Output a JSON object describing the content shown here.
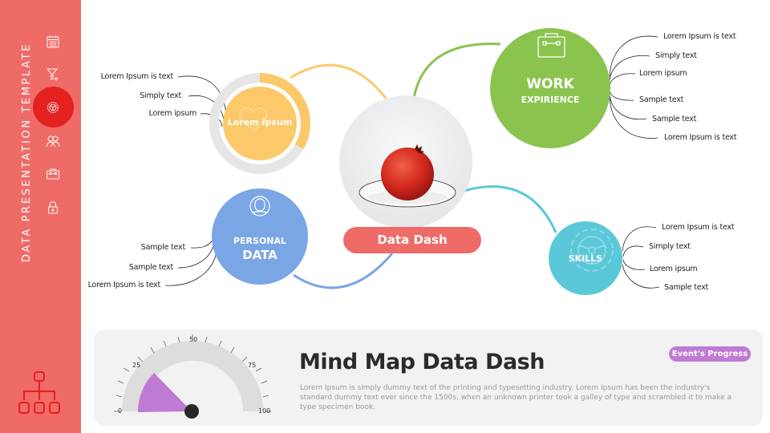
{
  "sidebar": {
    "title": "DATA PRESENTATION TEMPLATE",
    "background": "#ef6b67",
    "active_color": "#e3211f",
    "items": [
      {
        "icon": "calendar-icon",
        "active": false
      },
      {
        "icon": "funnel-add-icon",
        "active": false
      },
      {
        "icon": "settings-icon",
        "active": true
      },
      {
        "icon": "users-icon",
        "active": false
      },
      {
        "icon": "briefcase-icon",
        "active": false
      },
      {
        "icon": "lock-icon",
        "active": false
      }
    ],
    "bottom_icon": "org-chart-icon"
  },
  "mindmap": {
    "center": {
      "label": "Data Dash",
      "image": "pomegranate-on-plate",
      "color": "#ef6b67"
    },
    "nodes": {
      "lorem": {
        "label": "Lorem Ipsum",
        "icon": "heart-icon",
        "color": "#fcc96a",
        "ring_progress_percent": 32,
        "branches": [
          "Lorem Ipsum is text",
          "Simply  text",
          "Lorem ipsum"
        ]
      },
      "personal": {
        "label_top": "PERSONAL",
        "label_bottom": "DATA",
        "icon": "user-icon",
        "color": "#7ba6e5",
        "branches": [
          "Sample text",
          "Sample text",
          "Lorem Ipsum is text"
        ]
      },
      "work": {
        "label_top": "WORK",
        "label_bottom": "EXPIRIENCE",
        "icon": "briefcase-icon",
        "color": "#8bc34f",
        "branches": [
          "Lorem Ipsum is text",
          "Simply  text",
          "Lorem ipsum",
          "Sample text",
          "Sample text",
          "Lorem Ipsum is text"
        ]
      },
      "skills": {
        "label": "SKILLS",
        "icon": "gear-icon",
        "color": "#5ac8d8",
        "branches": [
          "Lorem Ipsum is text",
          "Simply  text",
          "Lorem ipsum",
          "Sample text"
        ]
      }
    }
  },
  "panel": {
    "title": "Mind Map Data Dash",
    "description": "Lorem Ipsum is simply dummy text of the printing and typesetting industry. Lorem Ipsum has been the industry's standard dummy text ever since the 1500s, when an unknown printer took a galley of type and scrambled it to make a type specimen book.",
    "badge": "Event's Progress",
    "badge_color": "#bf7ad4",
    "gauge": {
      "min": 0,
      "max": 100,
      "value": 30,
      "ticks": [
        "0",
        "25",
        "50",
        "75",
        "100"
      ],
      "fill_color": "#bf7ad4",
      "track_color": "#dddddd"
    }
  }
}
